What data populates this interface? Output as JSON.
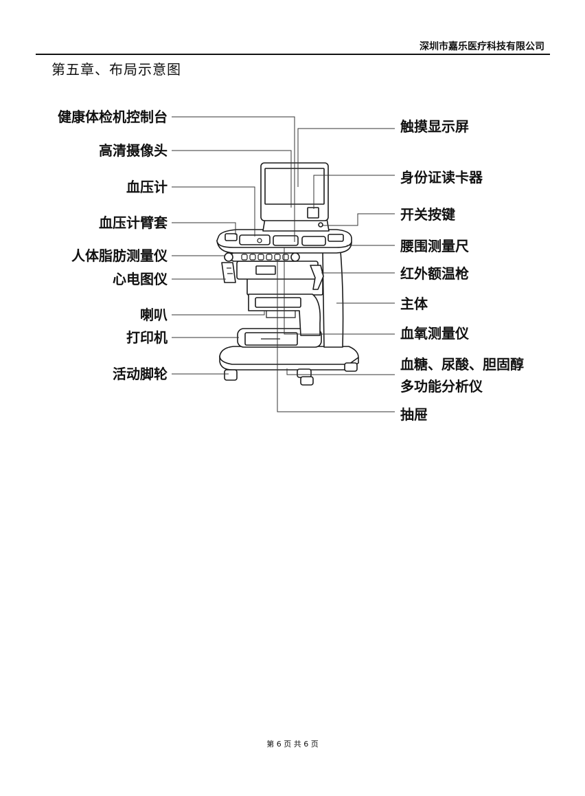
{
  "header": {
    "company": "深圳市嘉乐医疗科技有限公司"
  },
  "chapter": {
    "title": "第五章、布局示意图"
  },
  "diagram": {
    "left_labels": [
      "健康体检机控制台",
      "高清摄像头",
      "血压计",
      "血压计臂套",
      "人体脂肪测量仪",
      "心电图仪",
      "喇叭",
      "打印机",
      "活动脚轮"
    ],
    "right_labels": [
      "触摸显示屏",
      "身份证读卡器",
      "开关按键",
      "腰围测量尺",
      "红外额温枪",
      "主体",
      "血氧测量仪",
      "血糖、尿酸、胆固醇",
      "多功能分析仪",
      "抽屉"
    ]
  },
  "footer": {
    "page": "第 6 页 共 6 页"
  }
}
